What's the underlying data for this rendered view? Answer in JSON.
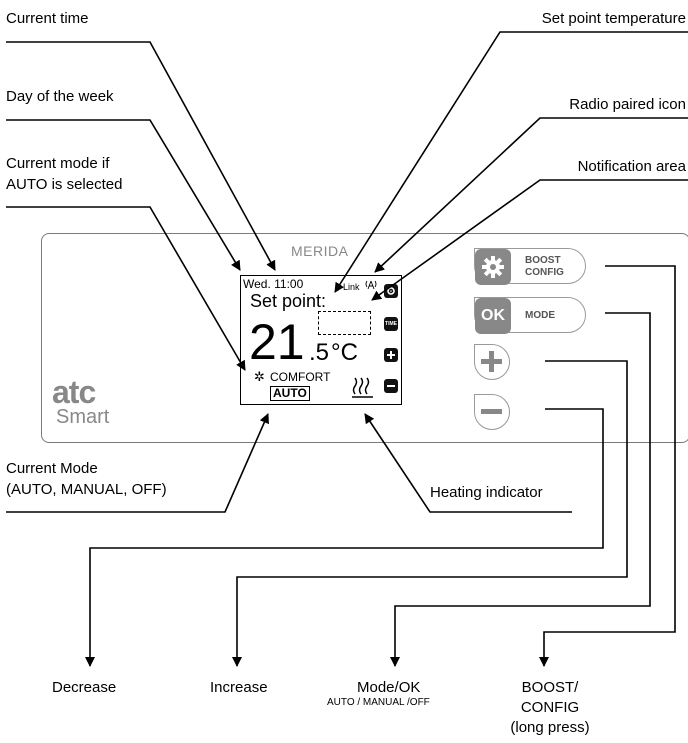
{
  "callouts": {
    "current_time": "Current time",
    "day_of_week": "Day of the week",
    "current_mode_auto_line1": "Current mode if",
    "current_mode_auto_line2": "AUTO is selected",
    "set_point_temperature": "Set point temperature",
    "radio_paired_icon": "Radio paired icon",
    "notification_area": "Notification area",
    "current_mode_line1": "Current Mode",
    "current_mode_line2": "(AUTO, MANUAL, OFF)",
    "heating_indicator": "Heating indicator"
  },
  "device": {
    "brand": "MERIDA",
    "logo_top": "atc",
    "logo_bottom": "Smart"
  },
  "display": {
    "day_time": "Wed. 11:00",
    "link_label": "Link",
    "set_point_label": "Set point:",
    "temp_integer": "21",
    "temp_decimal": ".5",
    "temp_unit": "°C",
    "mode_comfort": "COMFORT",
    "mode_auto": "AUTO",
    "time_button": "TIME"
  },
  "buttons": {
    "boost_line1": "BOOST",
    "boost_line2": "CONFIG",
    "ok_icon": "OK",
    "mode_label": "MODE",
    "plus_icon": "plus-icon",
    "minus_icon": "minus-icon"
  },
  "bottom_labels": {
    "decrease": "Decrease",
    "increase": "Increase",
    "mode_ok": "Mode/OK",
    "mode_ok_sub": "AUTO / MANUAL /OFF",
    "boost_line1": "BOOST/",
    "boost_line2": "CONFIG",
    "boost_line3": "(long press)"
  }
}
